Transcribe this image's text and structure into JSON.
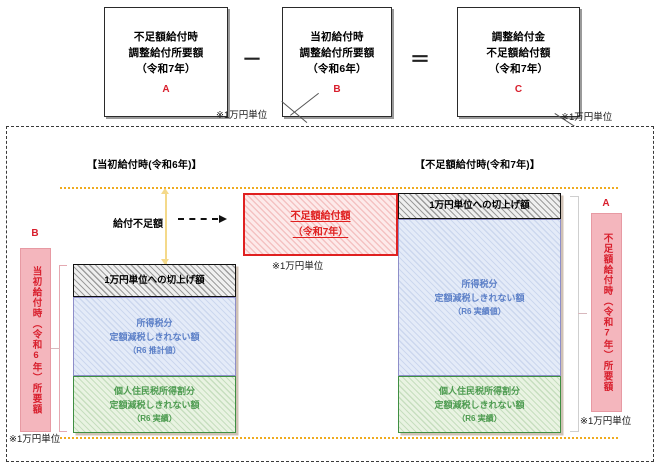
{
  "formula": {
    "boxes": [
      {
        "id": "A",
        "lines": [
          "不足額給付時",
          "調整給付所要額",
          "（令和7年）"
        ],
        "tag": "A"
      },
      {
        "id": "B",
        "lines": [
          "当初給付時",
          "調整給付所要額",
          "（令和6年）"
        ],
        "tag": "B"
      },
      {
        "id": "C",
        "lines": [
          "調整給付金",
          "不足額給付額",
          "（令和7年）"
        ],
        "tag": "C"
      }
    ],
    "minus": "－",
    "equals": "＝",
    "note_ab": "※1万円単位",
    "note_c": "※1万円単位"
  },
  "diagram": {
    "header_left": "【当初給付時(令和6年)】",
    "header_right": "【不足額給付時(令和7年)】",
    "shortfall_label": "給付不足額",
    "redbox": {
      "line1": "不足額給付額",
      "line2": "（令和7年）",
      "note": "※1万円単位"
    },
    "left_column": {
      "segments": [
        {
          "name": "roundup",
          "text": "1万円単位への切上げ額",
          "sub": ""
        },
        {
          "name": "income-tax",
          "text": "所得税分",
          "text2": "定額減税しきれない額",
          "sub": "（R6 推計値）"
        },
        {
          "name": "resident-tax",
          "text": "個人住民税所得割分",
          "text2": "定額減税しきれない額",
          "sub": "（R6 実績）"
        }
      ]
    },
    "right_column": {
      "segments": [
        {
          "name": "roundup",
          "text": "1万円単位への切上げ額",
          "sub": ""
        },
        {
          "name": "income-tax",
          "text": "所得税分",
          "text2": "定額減税しきれない額",
          "sub": "（R6 実績値）"
        },
        {
          "name": "resident-tax",
          "text": "個人住民税所得割分",
          "text2": "定額減税しきれない額",
          "sub": "（R6 実績）"
        }
      ]
    },
    "total_left": {
      "tag": "B",
      "label": "当初給付時（令和6年）所要額",
      "note": "※1万円単位"
    },
    "total_right": {
      "tag": "A",
      "label": "不足額給付時（令和7年）所要額",
      "note": "※1万円単位"
    }
  }
}
